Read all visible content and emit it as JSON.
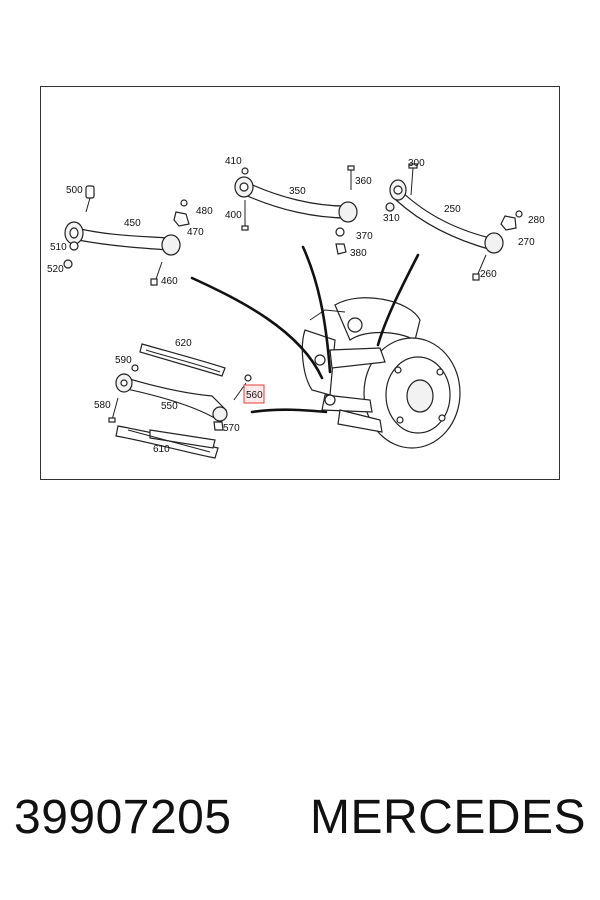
{
  "diagram": {
    "labels": {
      "l410": "410",
      "l300": "300",
      "l500": "500",
      "l350": "350",
      "l360": "360",
      "l480": "480",
      "l400": "400",
      "l250": "250",
      "l450": "450",
      "l310": "310",
      "l280": "280",
      "l470": "470",
      "l370": "370",
      "l510": "510",
      "l270": "270",
      "l380": "380",
      "l520": "520",
      "l460": "460",
      "l260": "260",
      "l620": "620",
      "l590": "590",
      "l560": "560",
      "l550": "550",
      "l580": "580",
      "l570": "570",
      "l610": "610"
    },
    "highlight_color": "#e23c3c"
  },
  "footer": {
    "part_number": "39907205",
    "brand": "MERCEDES"
  }
}
